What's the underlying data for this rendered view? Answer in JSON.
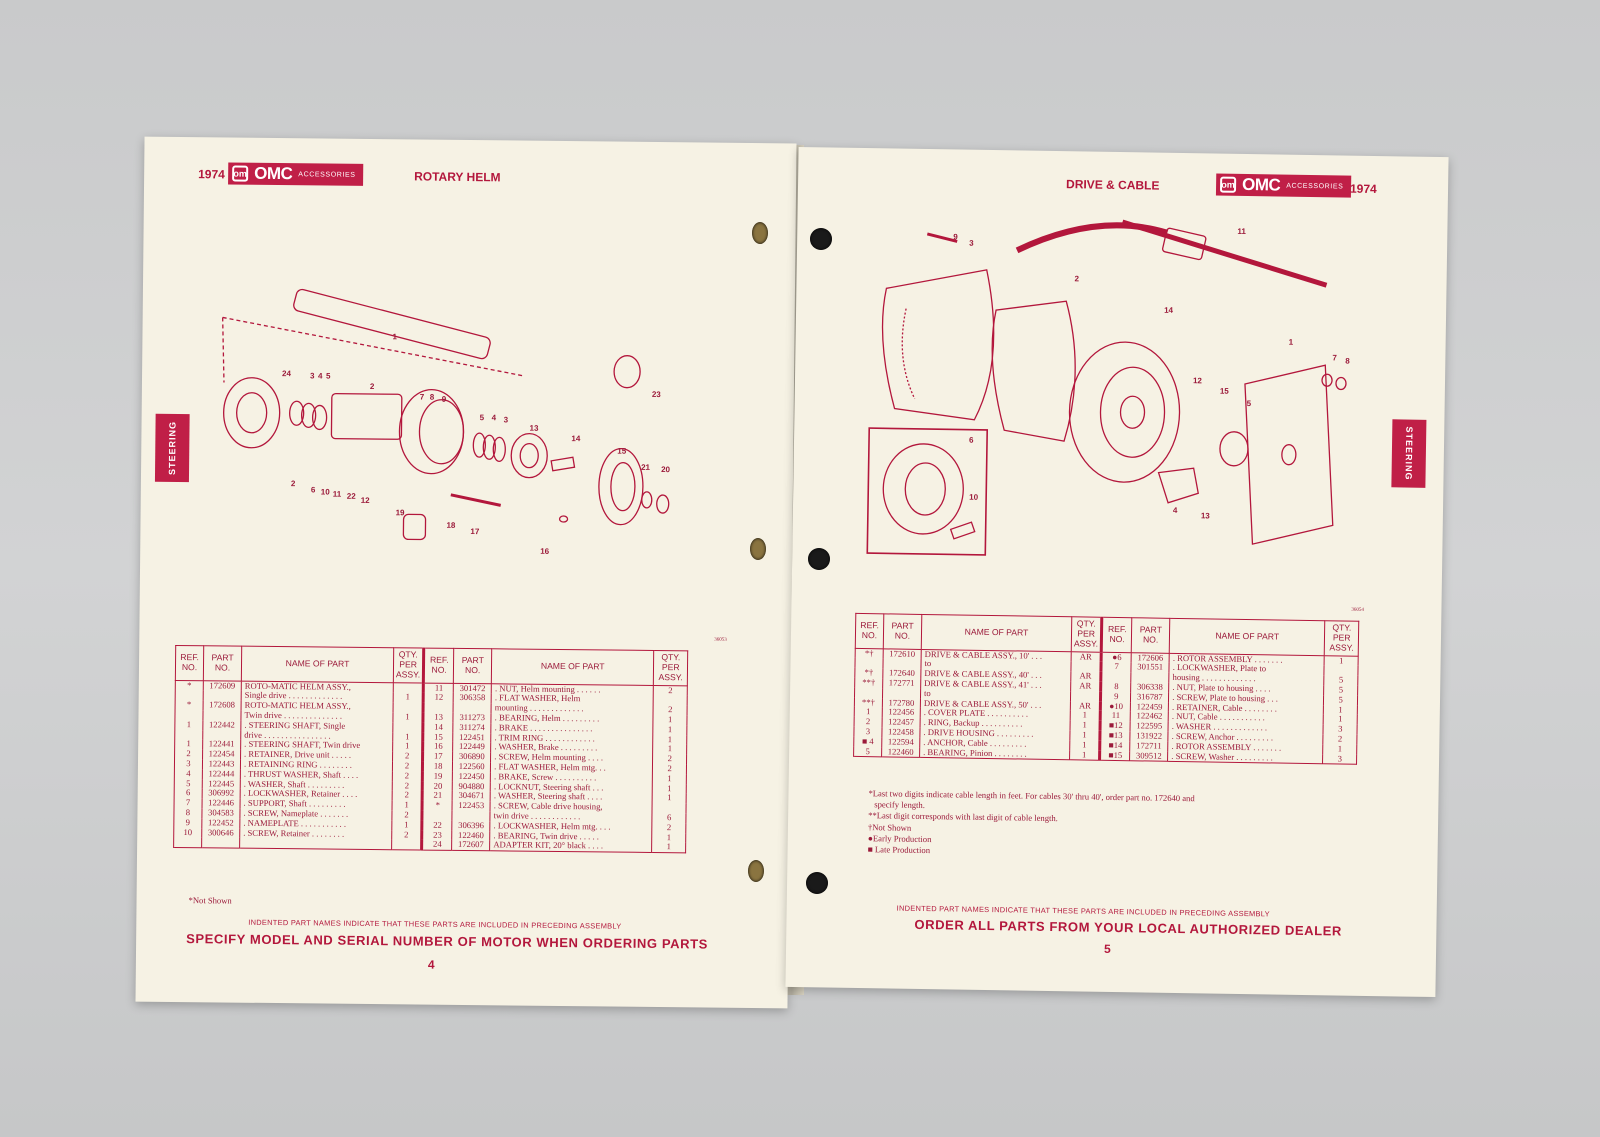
{
  "left": {
    "year": "1974",
    "logo": {
      "mark": "om",
      "brand": "OMC",
      "sub": "ACCESSORIES"
    },
    "title": "ROTARY HELM",
    "tab": "STEERING",
    "diagram_code": "36053",
    "callouts": [
      "1",
      "24",
      "3",
      "4",
      "5",
      "2",
      "7",
      "8",
      "9",
      "5",
      "4",
      "3",
      "13",
      "14",
      "15",
      "21",
      "20",
      "23",
      "2",
      "6",
      "10",
      "11",
      "22",
      "12",
      "19",
      "18",
      "17",
      "16"
    ],
    "headers": {
      "ref": "REF.\nNO.",
      "part": "PART\nNO.",
      "name": "NAME OF PART",
      "qty": "QTY.\nPER\nASSY."
    },
    "rows_a": [
      {
        "ref": "*",
        "part": "172609",
        "name": "ROTO-MATIC HELM ASSY.,",
        "qty": ""
      },
      {
        "ref": "",
        "part": "",
        "name": "Single drive . . . . . . . . . . . . .",
        "qty": "1"
      },
      {
        "ref": "*",
        "part": "172608",
        "name": "ROTO-MATIC HELM ASSY.,",
        "qty": ""
      },
      {
        "ref": "",
        "part": "",
        "name": "Twin drive . . . . . . . . . . . . . .",
        "qty": "1"
      },
      {
        "ref": "1",
        "part": "122442",
        "name": ". STEERING SHAFT, Single",
        "qty": ""
      },
      {
        "ref": "",
        "part": "",
        "name": "drive . . . . . . . . . . . . . . . .",
        "qty": "1"
      },
      {
        "ref": "1",
        "part": "122441",
        "name": ". STEERING SHAFT, Twin drive",
        "qty": "1"
      },
      {
        "ref": "2",
        "part": "122454",
        "name": ". RETAINER, Drive unit . . . . .",
        "qty": "2"
      },
      {
        "ref": "3",
        "part": "122443",
        "name": ". RETAINING RING . . . . . . . .",
        "qty": "2"
      },
      {
        "ref": "4",
        "part": "122444",
        "name": ". THRUST WASHER, Shaft . . . .",
        "qty": "2"
      },
      {
        "ref": "5",
        "part": "122445",
        "name": ". WASHER, Shaft . . . . . . . . .",
        "qty": "2"
      },
      {
        "ref": "6",
        "part": "306992",
        "name": ". LOCKWASHER, Retainer . . . .",
        "qty": "2"
      },
      {
        "ref": "7",
        "part": "122446",
        "name": ". SUPPORT, Shaft . . . . . . . . .",
        "qty": "1"
      },
      {
        "ref": "8",
        "part": "304583",
        "name": ". SCREW, Nameplate . . . . . . .",
        "qty": "2"
      },
      {
        "ref": "9",
        "part": "122452",
        "name": ". NAMEPLATE . . . . . . . . . . .",
        "qty": "1"
      },
      {
        "ref": "10",
        "part": "300646",
        "name": ". SCREW, Retainer . . . . . . . .",
        "qty": "2"
      }
    ],
    "rows_b": [
      {
        "ref": "11",
        "part": "301472",
        "name": ". NUT, Helm mounting . . . . . .",
        "qty": "2"
      },
      {
        "ref": "12",
        "part": "306358",
        "name": ". FLAT WASHER, Helm",
        "qty": ""
      },
      {
        "ref": "",
        "part": "",
        "name": "mounting . . . . . . . . . . . . .",
        "qty": "2"
      },
      {
        "ref": "13",
        "part": "311273",
        "name": ". BEARING, Helm . . . . . . . . .",
        "qty": "1"
      },
      {
        "ref": "14",
        "part": "311274",
        "name": ". BRAKE . . . . . . . . . . . . . . .",
        "qty": "1"
      },
      {
        "ref": "15",
        "part": "122451",
        "name": ". TRIM RING . . . . . . . . . . . .",
        "qty": "1"
      },
      {
        "ref": "16",
        "part": "122449",
        "name": ". WASHER, Brake . . . . . . . . .",
        "qty": "1"
      },
      {
        "ref": "17",
        "part": "306890",
        "name": ". SCREW, Helm mounting . . . .",
        "qty": "2"
      },
      {
        "ref": "18",
        "part": "122560",
        "name": ". FLAT WASHER, Helm mtg. . .",
        "qty": "2"
      },
      {
        "ref": "19",
        "part": "122450",
        "name": ". BRAKE, Screw . . . . . . . . . .",
        "qty": "1"
      },
      {
        "ref": "20",
        "part": "904880",
        "name": ". LOCKNUT, Steering shaft . . .",
        "qty": "1"
      },
      {
        "ref": "21",
        "part": "304671",
        "name": ". WASHER, Steering shaft . . . .",
        "qty": "1"
      },
      {
        "ref": "*",
        "part": "122453",
        "name": ". SCREW, Cable drive housing,",
        "qty": ""
      },
      {
        "ref": "",
        "part": "",
        "name": "twin drive . . . . . . . . . . . .",
        "qty": "6"
      },
      {
        "ref": "22",
        "part": "306396",
        "name": ". LOCKWASHER, Helm mtg. . . .",
        "qty": "2"
      },
      {
        "ref": "23",
        "part": "122460",
        "name": ". BEARING, Twin drive . . . . .",
        "qty": "1"
      },
      {
        "ref": "24",
        "part": "172607",
        "name": "ADAPTER KIT, 20° black . . . .",
        "qty": "1"
      }
    ],
    "not_shown": "*Not Shown",
    "indent_note": "INDENTED PART NAMES INDICATE THAT THESE PARTS ARE INCLUDED IN PRECEDING ASSEMBLY",
    "order_note": "SPECIFY MODEL AND SERIAL NUMBER OF MOTOR WHEN ORDERING PARTS",
    "page_number": "4"
  },
  "right": {
    "year": "1974",
    "logo": {
      "mark": "om",
      "brand": "OMC",
      "sub": "ACCESSORIES"
    },
    "title": "DRIVE & CABLE",
    "tab": "STEERING",
    "diagram_code": "36054",
    "callouts": [
      "9",
      "3",
      "2",
      "11",
      "14",
      "12",
      "15",
      "5",
      "1",
      "7",
      "8",
      "6",
      "10",
      "4",
      "13"
    ],
    "headers": {
      "ref": "REF.\nNO.",
      "part": "PART\nNO.",
      "name": "NAME OF PART",
      "qty": "QTY.\nPER\nASSY."
    },
    "rows_a": [
      {
        "ref": "*†",
        "part": "172610",
        "name": "DRIVE & CABLE ASSY., 10' . . .",
        "qty": "AR"
      },
      {
        "ref": "",
        "part": "",
        "name": "to",
        "qty": ""
      },
      {
        "ref": "*†",
        "part": "172640",
        "name": "DRIVE & CABLE ASSY., 40' . . .",
        "qty": "AR"
      },
      {
        "ref": "**†",
        "part": "172771",
        "name": "DRIVE & CABLE ASSY., 41' . . .",
        "qty": "AR"
      },
      {
        "ref": "",
        "part": "",
        "name": "to",
        "qty": ""
      },
      {
        "ref": "**†",
        "part": "172780",
        "name": "DRIVE & CABLE ASSY., 50' . . .",
        "qty": "AR"
      },
      {
        "ref": "1",
        "part": "122456",
        "name": ". COVER PLATE . . . . . . . . . .",
        "qty": "1"
      },
      {
        "ref": "2",
        "part": "122457",
        "name": ". RING, Backup . . . . . . . . . .",
        "qty": "1"
      },
      {
        "ref": "3",
        "part": "122458",
        "name": ". DRIVE HOUSING . . . . . . . . .",
        "qty": "1"
      },
      {
        "ref": "■ 4",
        "part": "122594",
        "name": ". ANCHOR, Cable . . . . . . . . .",
        "qty": "1"
      },
      {
        "ref": "5",
        "part": "122460",
        "name": ". BEARING, Pinion . . . . . . . .",
        "qty": "1"
      }
    ],
    "rows_b": [
      {
        "ref": "●6",
        "part": "172606",
        "name": ". ROTOR ASSEMBLY . . . . . . .",
        "qty": "1"
      },
      {
        "ref": "7",
        "part": "301551",
        "name": ". LOCKWASHER, Plate to",
        "qty": ""
      },
      {
        "ref": "",
        "part": "",
        "name": "housing . . . . . . . . . . . . .",
        "qty": "5"
      },
      {
        "ref": "8",
        "part": "306338",
        "name": ". NUT, Plate to housing . . . .",
        "qty": "5"
      },
      {
        "ref": "9",
        "part": "316787",
        "name": ". SCREW, Plate to housing . . .",
        "qty": "5"
      },
      {
        "ref": "●10",
        "part": "122459",
        "name": ". RETAINER, Cable . . . . . . . .",
        "qty": "1"
      },
      {
        "ref": "11",
        "part": "122462",
        "name": ". NUT, Cable . . . . . . . . . . .",
        "qty": "1"
      },
      {
        "ref": "■12",
        "part": "122595",
        "name": ". WASHER . . . . . . . . . . . . .",
        "qty": "3"
      },
      {
        "ref": "■13",
        "part": "131922",
        "name": ". SCREW, Anchor . . . . . . . . .",
        "qty": "2"
      },
      {
        "ref": "■14",
        "part": "172711",
        "name": ". ROTOR ASSEMBLY . . . . . . .",
        "qty": "1"
      },
      {
        "ref": "■15",
        "part": "309512",
        "name": ". SCREW, Washer . . . . . . . . .",
        "qty": "3"
      }
    ],
    "footnotes": [
      "*Last two digits indicate cable length in feet.  For cables 30' thru 40', order part no. 172640 and",
      "specify length.",
      "**Last digit corresponds with last digit of cable length.",
      "†Not Shown",
      "●Early Production",
      "■ Late Production"
    ],
    "indent_note": "INDENTED PART NAMES INDICATE THAT THESE PARTS ARE INCLUDED IN PRECEDING ASSEMBLY",
    "order_note": "ORDER ALL PARTS FROM YOUR LOCAL AUTHORIZED DEALER",
    "page_number": "5"
  }
}
